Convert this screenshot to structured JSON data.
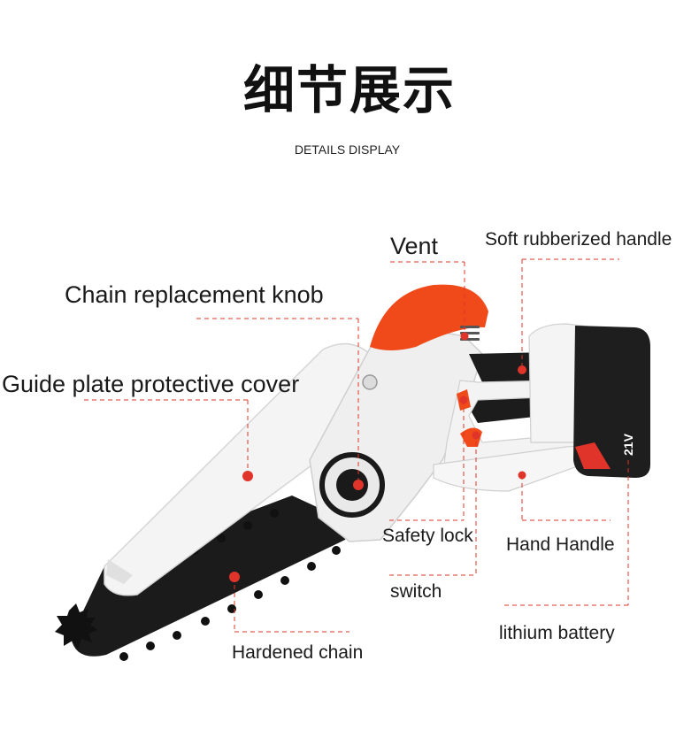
{
  "header": {
    "title": "细节展示",
    "subtitle": "DETAILS DISPLAY"
  },
  "product": {
    "battery_voltage": "21V"
  },
  "callouts": {
    "vent": "Vent",
    "soft_handle": "Soft rubberized handle",
    "chain_knob": "Chain replacement knob",
    "guide_cover": "Guide plate protective cover",
    "safety_lock": "Safety lock",
    "hand_handle": "Hand Handle",
    "switch": "switch",
    "battery": "lithium battery",
    "chain": "Hardened chain"
  },
  "colors": {
    "accent": "#f04a1a",
    "leader": "#e0342a",
    "body": "#f2f2f2",
    "grip": "#1c1c1c"
  }
}
